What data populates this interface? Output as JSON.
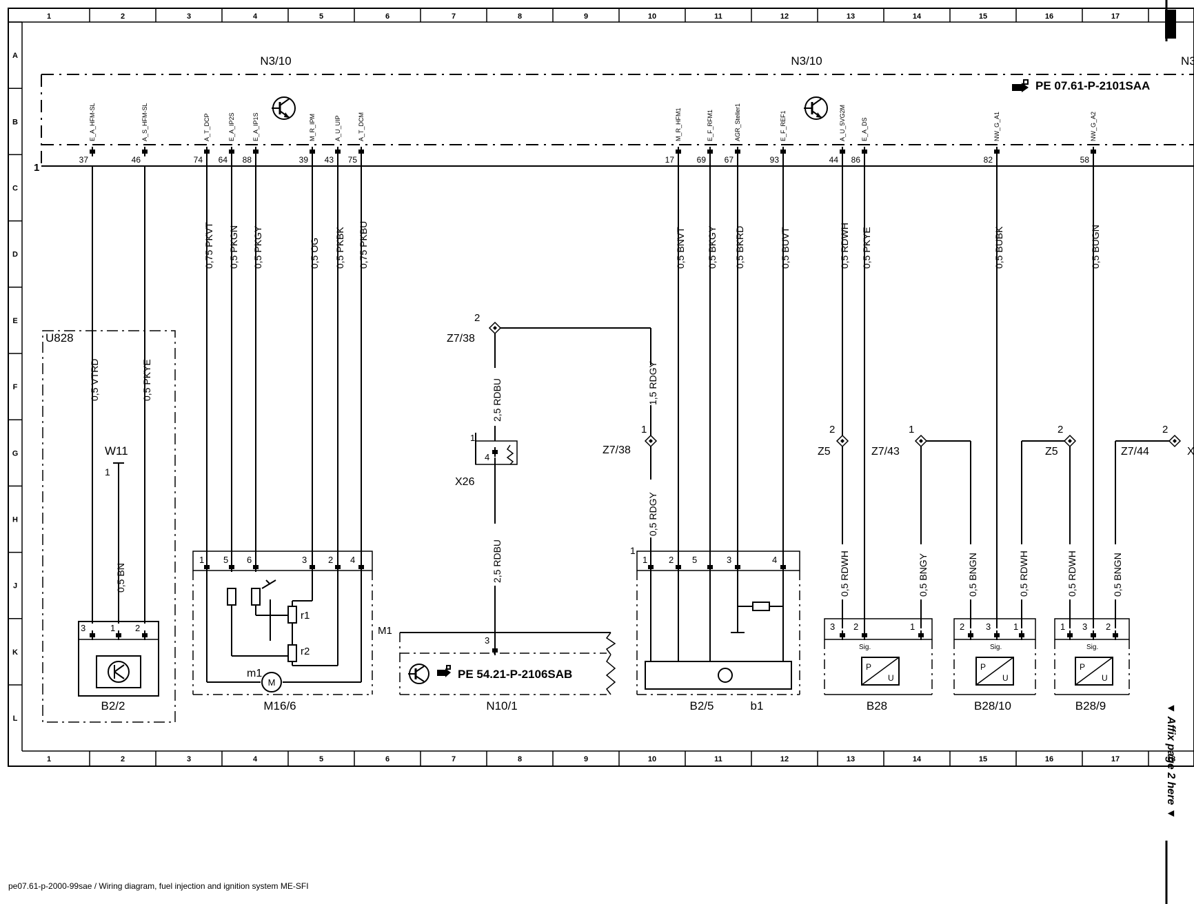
{
  "grid": {
    "columns": [
      "1",
      "2",
      "3",
      "4",
      "5",
      "6",
      "7",
      "8",
      "9",
      "10",
      "11",
      "12",
      "13",
      "14",
      "15",
      "16",
      "17",
      "18"
    ],
    "rows": [
      "A",
      "B",
      "C",
      "D",
      "E",
      "F",
      "G",
      "H",
      "J",
      "K",
      "L"
    ]
  },
  "ecu": {
    "labels": [
      "N3/10",
      "N3/10",
      "N3"
    ],
    "reference": "PE 07.61-P-2101SAA",
    "connector_number": "1",
    "pins": [
      {
        "signal": "E_A_HFM-SL",
        "pin": "37",
        "wire": "0,5 VTRD"
      },
      {
        "signal": "A_S_HFM-SL",
        "pin": "46",
        "wire": "0,5 PKYE"
      },
      {
        "signal": "A_T_DCP",
        "pin": "74",
        "wire": "0,75 PKVT"
      },
      {
        "signal": "E_A_IP2S",
        "pin": "64",
        "wire": "0,5 PKGN"
      },
      {
        "signal": "E_A_IP1S",
        "pin": "88",
        "wire": "0,5 PKGY"
      },
      {
        "signal": "M_R_IPM",
        "pin": "39",
        "wire": "0,5 OG"
      },
      {
        "signal": "A_U_UIP",
        "pin": "43",
        "wire": "0,5 PKBK"
      },
      {
        "signal": "A_T_DCM",
        "pin": "75",
        "wire": "0,75 PKBU"
      },
      {
        "signal": "M_R_HFM1",
        "pin": "17",
        "wire": "0,5 BNVT"
      },
      {
        "signal": "E_F_RFM1",
        "pin": "69",
        "wire": "0,5 BKGY"
      },
      {
        "signal": "AGR_Steller1",
        "pin": "67",
        "wire": "0,5 BKRD"
      },
      {
        "signal": "E_F_REF1",
        "pin": "93",
        "wire": "0,5 BUVT"
      },
      {
        "signal": "A_U_5VG2M",
        "pin": "44",
        "wire": "0,5 RDWH"
      },
      {
        "signal": "E_A_DS",
        "pin": "86",
        "wire": "0,5 PKYE"
      },
      {
        "signal": "NW_G_A1",
        "pin": "82",
        "wire": "0,5 BUBK"
      },
      {
        "signal": "NW_G_A2",
        "pin": "58",
        "wire": "0,5 BUGN"
      }
    ]
  },
  "components": {
    "u828": "U828",
    "w11": "W11",
    "w11_pin": "1",
    "w11_wire": "0,5 BN",
    "b22": {
      "label": "B2/2",
      "pins": [
        "3",
        "1",
        "2"
      ]
    },
    "m166": {
      "label": "M16/6",
      "pins": [
        "1",
        "5",
        "6",
        "3",
        "2",
        "4"
      ],
      "m1": "m1",
      "motor": "M",
      "r1": "r1",
      "r2": "r2",
      "ref": "M1"
    },
    "z738": {
      "label": "Z7/38",
      "pin": "2"
    },
    "z738b": {
      "label": "Z7/38",
      "pin": "1"
    },
    "x26": {
      "label": "X26",
      "pin_outer": "1",
      "pin_inner": "4"
    },
    "n101": {
      "label": "N10/1",
      "pin": "3",
      "reference": "PE 54.21-P-2106SAB"
    },
    "b25": {
      "label": "B2/5",
      "b1": "b1",
      "pins": [
        "1",
        "2",
        "5",
        "3",
        "4"
      ],
      "ext_pin": "1"
    },
    "z5a": {
      "label": "Z5",
      "pin": "2"
    },
    "z743": {
      "label": "Z7/43",
      "pin": "1"
    },
    "z5b": {
      "label": "Z5",
      "pin": "2"
    },
    "z744": {
      "label": "Z7/44",
      "pin": "2",
      "cut": "X"
    },
    "b28": {
      "label": "B28",
      "pins": [
        "3",
        "2",
        "1"
      ],
      "sig": "Sig."
    },
    "b2810": {
      "label": "B28/10",
      "pins": [
        "2",
        "3",
        "1"
      ],
      "sig": "Sig."
    },
    "b289": {
      "label": "B28/9",
      "pins": [
        "1",
        "3",
        "2"
      ],
      "sig": "Sig."
    },
    "sensor_p": "P",
    "sensor_u": "U"
  },
  "wires": {
    "rdbu_upper": "2,5 RDBU",
    "rdbu_lower": "2,5 RDBU",
    "rdgy_upper": "1,5 RDGY",
    "rdgy_lower": "0,5 RDGY",
    "vtrd": "0,5 VTRD",
    "pkye_u": "0,5 PKYE",
    "b28_rdwh": "0,5 RDWH",
    "b28_bngy": "0,5 BNGY",
    "b2810_bngn": "0,5 BNGN",
    "b2810_rdwh": "0,5 RDWH",
    "b289_rdwh": "0,5 RDWH",
    "b289_bngn": "0,5 BNGN"
  },
  "side_note": "▼ Affix page 2 here ▼",
  "footer": "pe07.61-p-2000-99sae / Wiring diagram, fuel injection and ignition system ME-SFI"
}
